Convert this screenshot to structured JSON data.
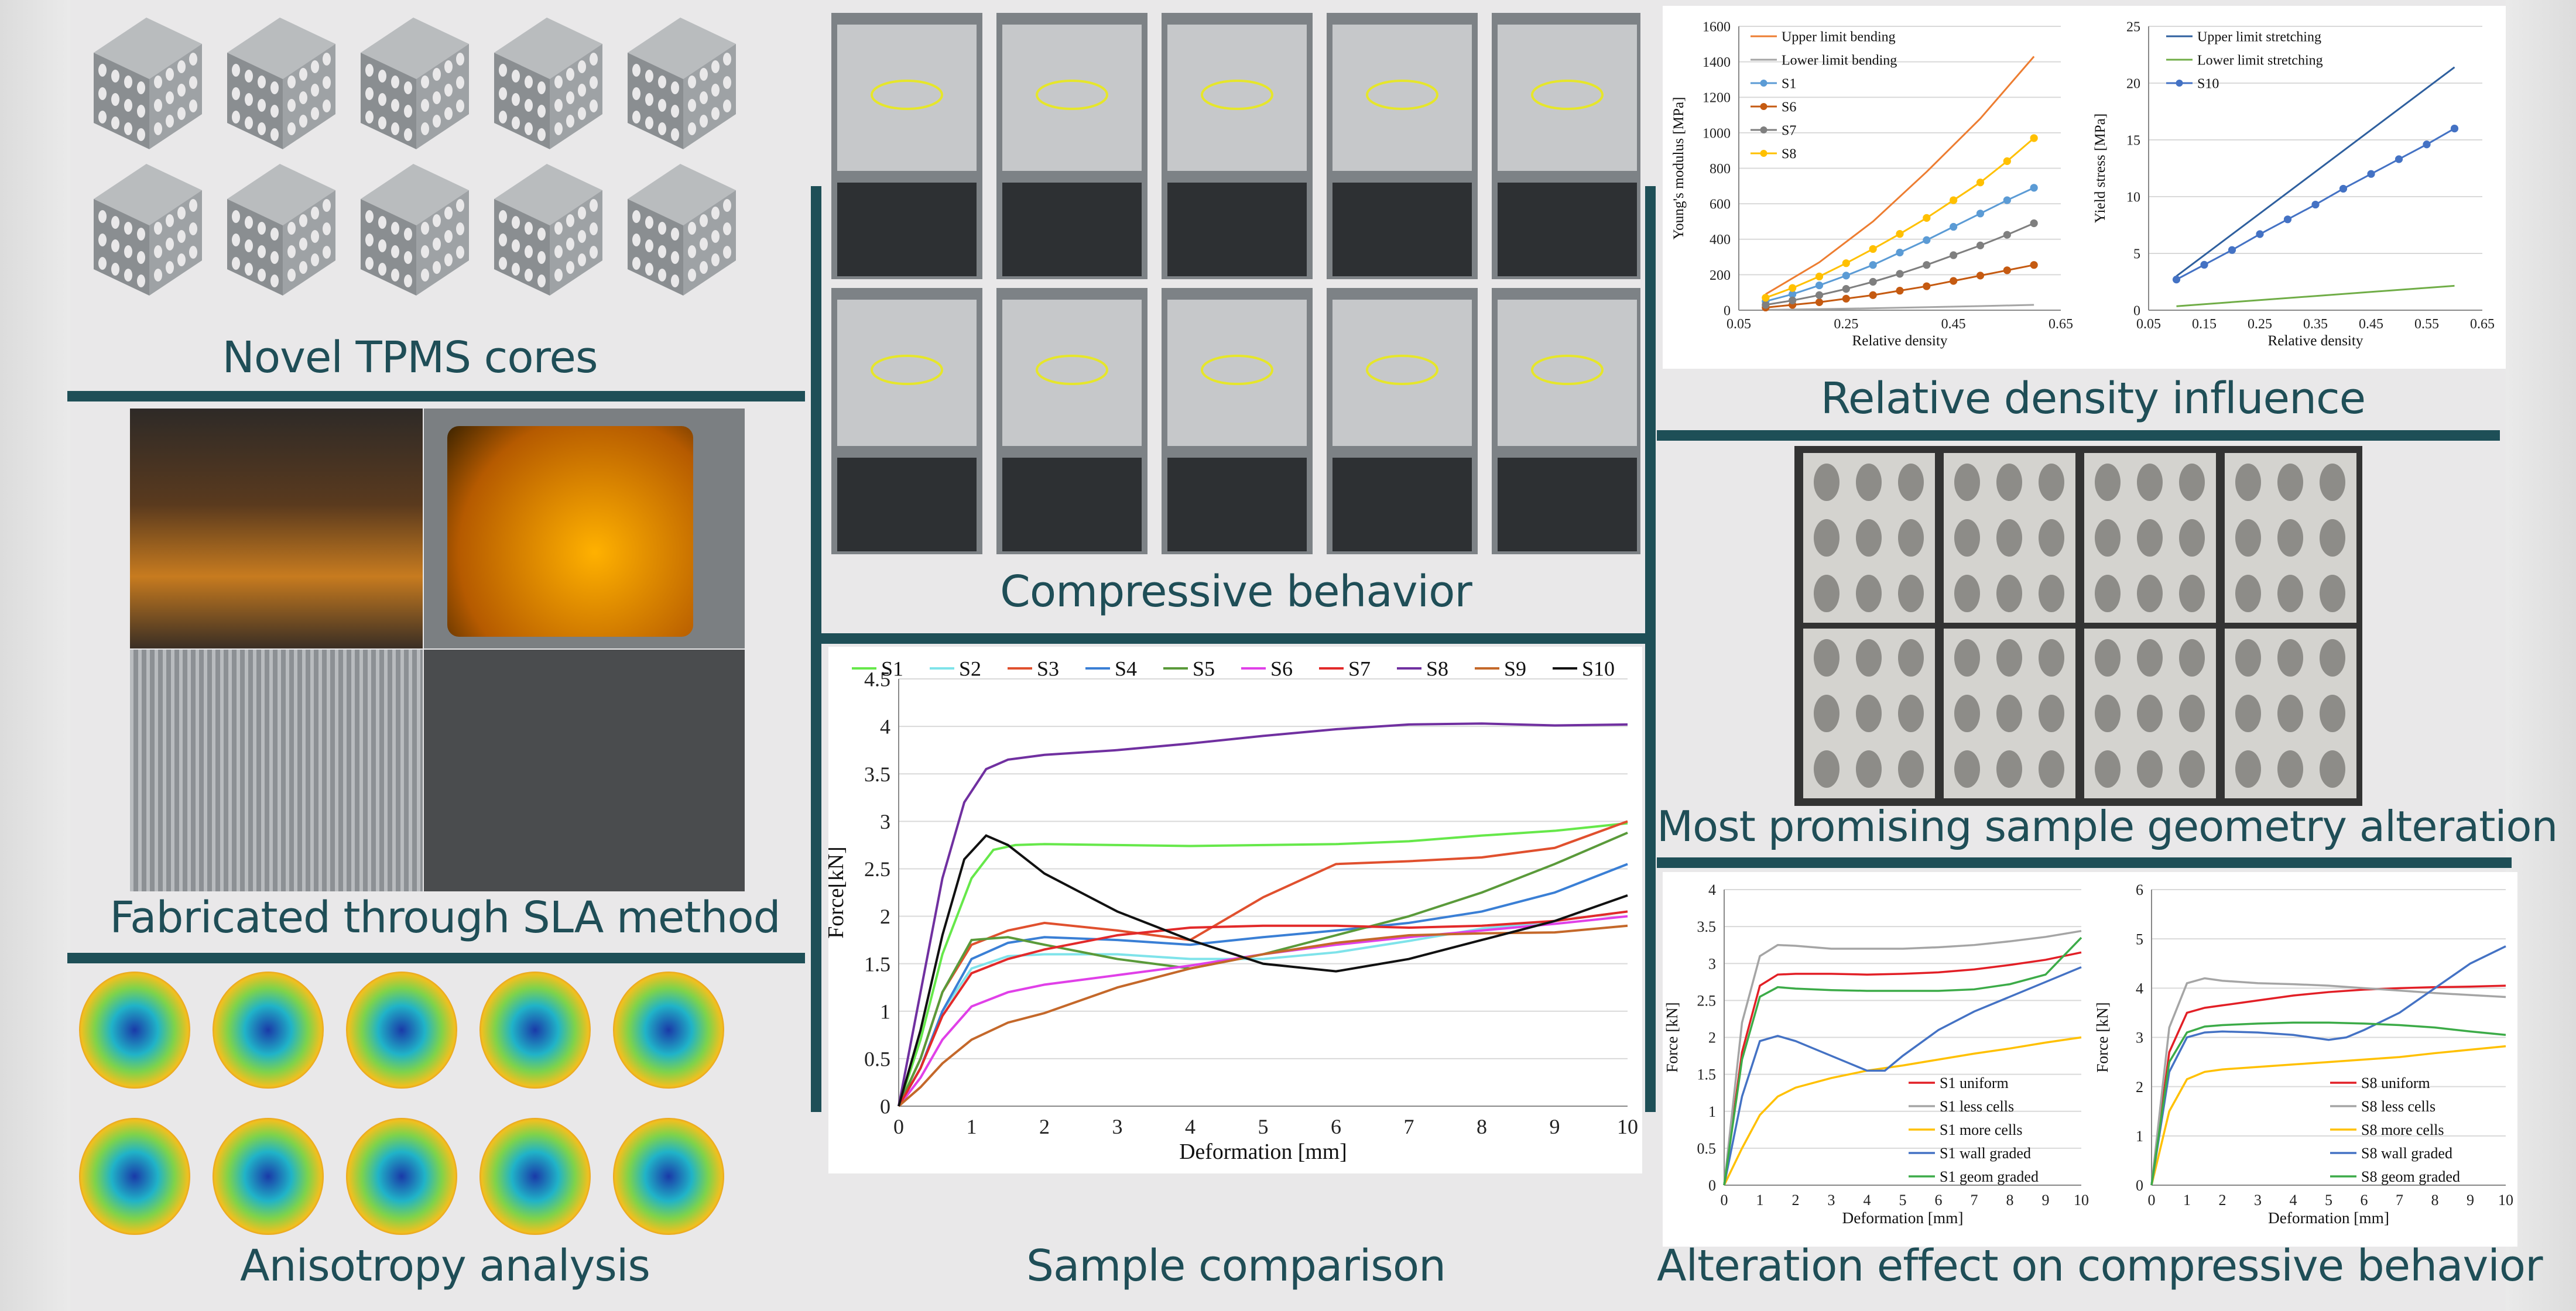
{
  "titles": {
    "tpms": "Novel TPMS cores",
    "sla": "Fabricated through SLA method",
    "anisotropy": "Anisotropy analysis",
    "compressive": "Compressive behavior",
    "comparison": "Sample comparison",
    "density": "Relative density influence",
    "geometry": "Most promising sample geometry alteration",
    "alteration": "Alteration effect on compressive behavior"
  },
  "colors": {
    "accent": "#1e4f57",
    "background": "#e9e8e9",
    "annotation": "#e6e62a"
  },
  "chart_data": [
    {
      "id": "sample-comparison",
      "type": "line",
      "xlabel": "Deformation [mm]",
      "ylabel": "Force[kN]",
      "xlim": [
        0,
        10
      ],
      "ylim": [
        0,
        4.5
      ],
      "xticks": [
        "0",
        "1",
        "2",
        "3",
        "4",
        "5",
        "6",
        "7",
        "8",
        "9",
        "10"
      ],
      "yticks": [
        "0",
        "0.5",
        "1",
        "1.5",
        "2",
        "2.5",
        "3",
        "3.5",
        "4",
        "4.5"
      ],
      "legend_position": "top",
      "grid": true,
      "series": [
        {
          "name": "S1",
          "color": "#66e84a",
          "x": [
            0,
            0.3,
            0.6,
            1,
            1.3,
            1.6,
            2,
            3,
            4,
            5,
            6,
            7,
            8,
            9,
            10
          ],
          "y": [
            0,
            0.7,
            1.6,
            2.4,
            2.7,
            2.75,
            2.76,
            2.75,
            2.74,
            2.75,
            2.76,
            2.79,
            2.85,
            2.9,
            2.98
          ]
        },
        {
          "name": "S2",
          "color": "#7fe3ea",
          "x": [
            0,
            0.3,
            0.6,
            1,
            1.5,
            2,
            3,
            4,
            5,
            6,
            7,
            8,
            9,
            10
          ],
          "y": [
            0,
            0.4,
            1.0,
            1.45,
            1.58,
            1.6,
            1.6,
            1.55,
            1.55,
            1.62,
            1.74,
            1.87,
            1.95,
            2.05
          ]
        },
        {
          "name": "S3",
          "color": "#e0502e",
          "x": [
            0,
            0.3,
            0.6,
            1,
            1.5,
            2,
            3,
            4,
            5,
            6,
            7,
            8,
            9,
            10
          ],
          "y": [
            0,
            0.5,
            1.2,
            1.7,
            1.85,
            1.93,
            1.85,
            1.75,
            2.2,
            2.55,
            2.58,
            2.62,
            2.72,
            3.0
          ]
        },
        {
          "name": "S4",
          "color": "#3a7fd5",
          "x": [
            0,
            0.3,
            0.6,
            1,
            1.5,
            2,
            3,
            4,
            5,
            6,
            7,
            8,
            9,
            10
          ],
          "y": [
            0,
            0.4,
            1.0,
            1.55,
            1.72,
            1.78,
            1.75,
            1.7,
            1.78,
            1.85,
            1.93,
            2.05,
            2.25,
            2.55
          ]
        },
        {
          "name": "S5",
          "color": "#5a9a3a",
          "x": [
            0,
            0.3,
            0.6,
            1,
            1.5,
            2,
            3,
            4,
            5,
            6,
            7,
            8,
            9,
            10
          ],
          "y": [
            0,
            0.5,
            1.2,
            1.75,
            1.78,
            1.7,
            1.55,
            1.45,
            1.6,
            1.8,
            2.0,
            2.25,
            2.55,
            2.88
          ]
        },
        {
          "name": "S6",
          "color": "#e040e8",
          "x": [
            0,
            0.3,
            0.6,
            1,
            1.5,
            2,
            3,
            4,
            5,
            6,
            7,
            8,
            9,
            10
          ],
          "y": [
            0,
            0.3,
            0.7,
            1.05,
            1.2,
            1.28,
            1.38,
            1.48,
            1.6,
            1.7,
            1.78,
            1.85,
            1.92,
            2.0
          ]
        },
        {
          "name": "S7",
          "color": "#e22a2a",
          "x": [
            0,
            0.3,
            0.6,
            1,
            1.5,
            2,
            3,
            4,
            5,
            6,
            7,
            8,
            9,
            10
          ],
          "y": [
            0,
            0.4,
            0.95,
            1.4,
            1.55,
            1.65,
            1.8,
            1.88,
            1.9,
            1.9,
            1.88,
            1.9,
            1.95,
            2.05
          ]
        },
        {
          "name": "S8",
          "color": "#7030a0",
          "x": [
            0,
            0.3,
            0.6,
            0.9,
            1.2,
            1.5,
            2,
            3,
            4,
            5,
            6,
            7,
            8,
            9,
            10
          ],
          "y": [
            0,
            1.2,
            2.4,
            3.2,
            3.55,
            3.65,
            3.7,
            3.75,
            3.82,
            3.9,
            3.97,
            4.02,
            4.03,
            4.01,
            4.02
          ]
        },
        {
          "name": "S9",
          "color": "#c4682a",
          "x": [
            0,
            0.3,
            0.6,
            1,
            1.5,
            2,
            3,
            4,
            5,
            6,
            7,
            8,
            9,
            10
          ],
          "y": [
            0,
            0.2,
            0.45,
            0.7,
            0.88,
            0.98,
            1.25,
            1.45,
            1.6,
            1.72,
            1.8,
            1.82,
            1.83,
            1.9
          ]
        },
        {
          "name": "S10",
          "color": "#111111",
          "x": [
            0,
            0.3,
            0.6,
            0.9,
            1.2,
            1.5,
            2,
            2.5,
            3,
            3.5,
            4,
            5,
            6,
            7,
            8,
            9,
            10
          ],
          "y": [
            0,
            0.8,
            1.8,
            2.6,
            2.85,
            2.75,
            2.45,
            2.25,
            2.05,
            1.9,
            1.75,
            1.5,
            1.42,
            1.55,
            1.75,
            1.95,
            2.22
          ]
        }
      ]
    },
    {
      "id": "youngs-modulus",
      "type": "line",
      "xlabel": "Relative density",
      "ylabel": "Young's modulus [MPa]",
      "xlim": [
        0.05,
        0.65
      ],
      "ylim": [
        0,
        1600
      ],
      "xticks": [
        "0.05",
        "0.25",
        "0.45",
        "0.65"
      ],
      "yticks": [
        "0",
        "200",
        "400",
        "600",
        "800",
        "1000",
        "1200",
        "1400",
        "1600"
      ],
      "legend_position": "top-left",
      "grid": true,
      "series": [
        {
          "name": "Upper limit bending",
          "color": "#ed7d31",
          "markers": false,
          "x": [
            0.1,
            0.2,
            0.3,
            0.4,
            0.5,
            0.6
          ],
          "y": [
            90,
            270,
            500,
            780,
            1080,
            1430
          ]
        },
        {
          "name": "Lower limit bending",
          "color": "#a5a5a5",
          "markers": false,
          "x": [
            0.1,
            0.2,
            0.3,
            0.4,
            0.5,
            0.6
          ],
          "y": [
            2,
            6,
            11,
            17,
            23,
            30
          ]
        },
        {
          "name": "S1",
          "color": "#5b9bd5",
          "markers": true,
          "x": [
            0.1,
            0.15,
            0.2,
            0.25,
            0.3,
            0.35,
            0.4,
            0.45,
            0.5,
            0.55,
            0.6
          ],
          "y": [
            50,
            90,
            140,
            195,
            255,
            325,
            395,
            470,
            545,
            620,
            690
          ]
        },
        {
          "name": "S6",
          "color": "#c55a11",
          "markers": true,
          "x": [
            0.1,
            0.15,
            0.2,
            0.25,
            0.3,
            0.35,
            0.4,
            0.45,
            0.5,
            0.55,
            0.6
          ],
          "y": [
            15,
            30,
            45,
            65,
            85,
            110,
            135,
            165,
            195,
            225,
            255
          ]
        },
        {
          "name": "S7",
          "color": "#7f7f7f",
          "markers": true,
          "x": [
            0.1,
            0.15,
            0.2,
            0.25,
            0.3,
            0.35,
            0.4,
            0.45,
            0.5,
            0.55,
            0.6
          ],
          "y": [
            30,
            55,
            85,
            120,
            160,
            205,
            255,
            310,
            365,
            425,
            490
          ]
        },
        {
          "name": "S8",
          "color": "#ffc000",
          "markers": true,
          "x": [
            0.1,
            0.15,
            0.2,
            0.25,
            0.3,
            0.35,
            0.4,
            0.45,
            0.5,
            0.55,
            0.6
          ],
          "y": [
            70,
            125,
            190,
            265,
            345,
            430,
            520,
            620,
            720,
            840,
            970
          ]
        }
      ]
    },
    {
      "id": "yield-stress",
      "type": "line",
      "xlabel": "Relative density",
      "ylabel": "Yield stress [MPa]",
      "xlim": [
        0.05,
        0.65
      ],
      "ylim": [
        0,
        25
      ],
      "xticks": [
        "0.05",
        "0.15",
        "0.25",
        "0.35",
        "0.45",
        "0.55",
        "0.65"
      ],
      "yticks": [
        "0",
        "5",
        "10",
        "15",
        "20",
        "25"
      ],
      "legend_position": "top-left",
      "grid": true,
      "series": [
        {
          "name": "Upper limit stretching",
          "color": "#2e5f9e",
          "markers": false,
          "x": [
            0.1,
            0.6
          ],
          "y": [
            3.0,
            21.4
          ]
        },
        {
          "name": "Lower limit stretching",
          "color": "#70ad47",
          "markers": false,
          "x": [
            0.1,
            0.6
          ],
          "y": [
            0.35,
            2.15
          ]
        },
        {
          "name": "S10",
          "color": "#4472c4",
          "markers": true,
          "x": [
            0.1,
            0.15,
            0.2,
            0.25,
            0.3,
            0.35,
            0.4,
            0.45,
            0.5,
            0.55,
            0.6
          ],
          "y": [
            2.7,
            4.0,
            5.3,
            6.7,
            8.0,
            9.3,
            10.7,
            12.0,
            13.3,
            14.6,
            16.0
          ]
        }
      ]
    },
    {
      "id": "s1-alteration",
      "type": "line",
      "xlabel": "Deformation [mm]",
      "ylabel": "Force [kN]",
      "xlim": [
        0,
        10
      ],
      "ylim": [
        0,
        4
      ],
      "xticks": [
        "0",
        "1",
        "2",
        "3",
        "4",
        "5",
        "6",
        "7",
        "8",
        "9",
        "10"
      ],
      "yticks": [
        "0",
        "0.5",
        "1",
        "1.5",
        "2",
        "2.5",
        "3",
        "3.5",
        "4"
      ],
      "legend_position": "bottom-right",
      "grid": true,
      "series": [
        {
          "name": "S1 uniform",
          "color": "#e21f26",
          "x": [
            0,
            0.5,
            1,
            1.5,
            2,
            3,
            4,
            5,
            6,
            7,
            8,
            9,
            10
          ],
          "y": [
            0,
            1.8,
            2.7,
            2.85,
            2.86,
            2.86,
            2.85,
            2.86,
            2.88,
            2.92,
            2.98,
            3.05,
            3.15
          ]
        },
        {
          "name": "S1 less cells",
          "color": "#a5a5a5",
          "x": [
            0,
            0.5,
            1,
            1.5,
            2,
            3,
            4,
            5,
            6,
            7,
            8,
            9,
            10
          ],
          "y": [
            0,
            2.2,
            3.1,
            3.25,
            3.24,
            3.2,
            3.2,
            3.2,
            3.22,
            3.25,
            3.3,
            3.36,
            3.44
          ]
        },
        {
          "name": "S1 more cells",
          "color": "#ffc000",
          "x": [
            0,
            0.5,
            1,
            1.5,
            2,
            3,
            4,
            5,
            6,
            7,
            8,
            9,
            10
          ],
          "y": [
            0,
            0.5,
            0.95,
            1.2,
            1.32,
            1.45,
            1.55,
            1.62,
            1.7,
            1.78,
            1.85,
            1.93,
            2.0
          ]
        },
        {
          "name": "S1 wall graded",
          "color": "#4472c4",
          "x": [
            0,
            0.5,
            1,
            1.5,
            2,
            2.5,
            3,
            3.5,
            4,
            4.5,
            5,
            6,
            7,
            8,
            9,
            10
          ],
          "y": [
            0,
            1.2,
            1.95,
            2.02,
            1.95,
            1.85,
            1.75,
            1.65,
            1.55,
            1.55,
            1.75,
            2.1,
            2.35,
            2.55,
            2.75,
            2.95
          ]
        },
        {
          "name": "S1 geom graded",
          "color": "#3cab48",
          "x": [
            0,
            0.5,
            1,
            1.5,
            2,
            3,
            4,
            5,
            6,
            7,
            8,
            9,
            10
          ],
          "y": [
            0,
            1.7,
            2.55,
            2.68,
            2.66,
            2.64,
            2.63,
            2.63,
            2.63,
            2.65,
            2.72,
            2.85,
            3.35
          ]
        }
      ]
    },
    {
      "id": "s8-alteration",
      "type": "line",
      "xlabel": "Deformation [mm]",
      "ylabel": "Force [kN]",
      "xlim": [
        0,
        10
      ],
      "ylim": [
        0,
        6
      ],
      "xticks": [
        "0",
        "1",
        "2",
        "3",
        "4",
        "5",
        "6",
        "7",
        "8",
        "9",
        "10"
      ],
      "yticks": [
        "0",
        "1",
        "2",
        "3",
        "4",
        "5",
        "6"
      ],
      "legend_position": "bottom-right",
      "grid": true,
      "series": [
        {
          "name": "S8 uniform",
          "color": "#e21f26",
          "x": [
            0,
            0.5,
            1,
            1.5,
            2,
            3,
            4,
            5,
            6,
            7,
            8,
            9,
            10
          ],
          "y": [
            0,
            2.7,
            3.5,
            3.6,
            3.65,
            3.75,
            3.85,
            3.92,
            3.97,
            4.0,
            4.02,
            4.03,
            4.05
          ]
        },
        {
          "name": "S8 less cells",
          "color": "#a5a5a5",
          "x": [
            0,
            0.5,
            1,
            1.5,
            2,
            3,
            4,
            5,
            6,
            7,
            8,
            9,
            10
          ],
          "y": [
            0,
            3.2,
            4.1,
            4.2,
            4.15,
            4.1,
            4.08,
            4.05,
            4.0,
            3.95,
            3.9,
            3.86,
            3.82
          ]
        },
        {
          "name": "S8 more cells",
          "color": "#ffc000",
          "x": [
            0,
            0.5,
            1,
            1.5,
            2,
            3,
            4,
            5,
            6,
            7,
            8,
            9,
            10
          ],
          "y": [
            0,
            1.5,
            2.15,
            2.3,
            2.35,
            2.4,
            2.45,
            2.5,
            2.55,
            2.6,
            2.68,
            2.75,
            2.82
          ]
        },
        {
          "name": "S8 wall graded",
          "color": "#4472c4",
          "x": [
            0,
            0.5,
            1,
            1.5,
            2,
            3,
            4,
            5,
            5.5,
            6,
            7,
            8,
            9,
            10
          ],
          "y": [
            0,
            2.3,
            3.0,
            3.1,
            3.12,
            3.1,
            3.05,
            2.95,
            3.0,
            3.15,
            3.5,
            4.0,
            4.5,
            4.85
          ]
        },
        {
          "name": "S8 geom graded",
          "color": "#3cab48",
          "x": [
            0,
            0.5,
            1,
            1.5,
            2,
            3,
            4,
            5,
            6,
            7,
            8,
            9,
            10
          ],
          "y": [
            0,
            2.5,
            3.1,
            3.22,
            3.25,
            3.28,
            3.3,
            3.3,
            3.28,
            3.25,
            3.2,
            3.12,
            3.05
          ]
        }
      ]
    }
  ]
}
